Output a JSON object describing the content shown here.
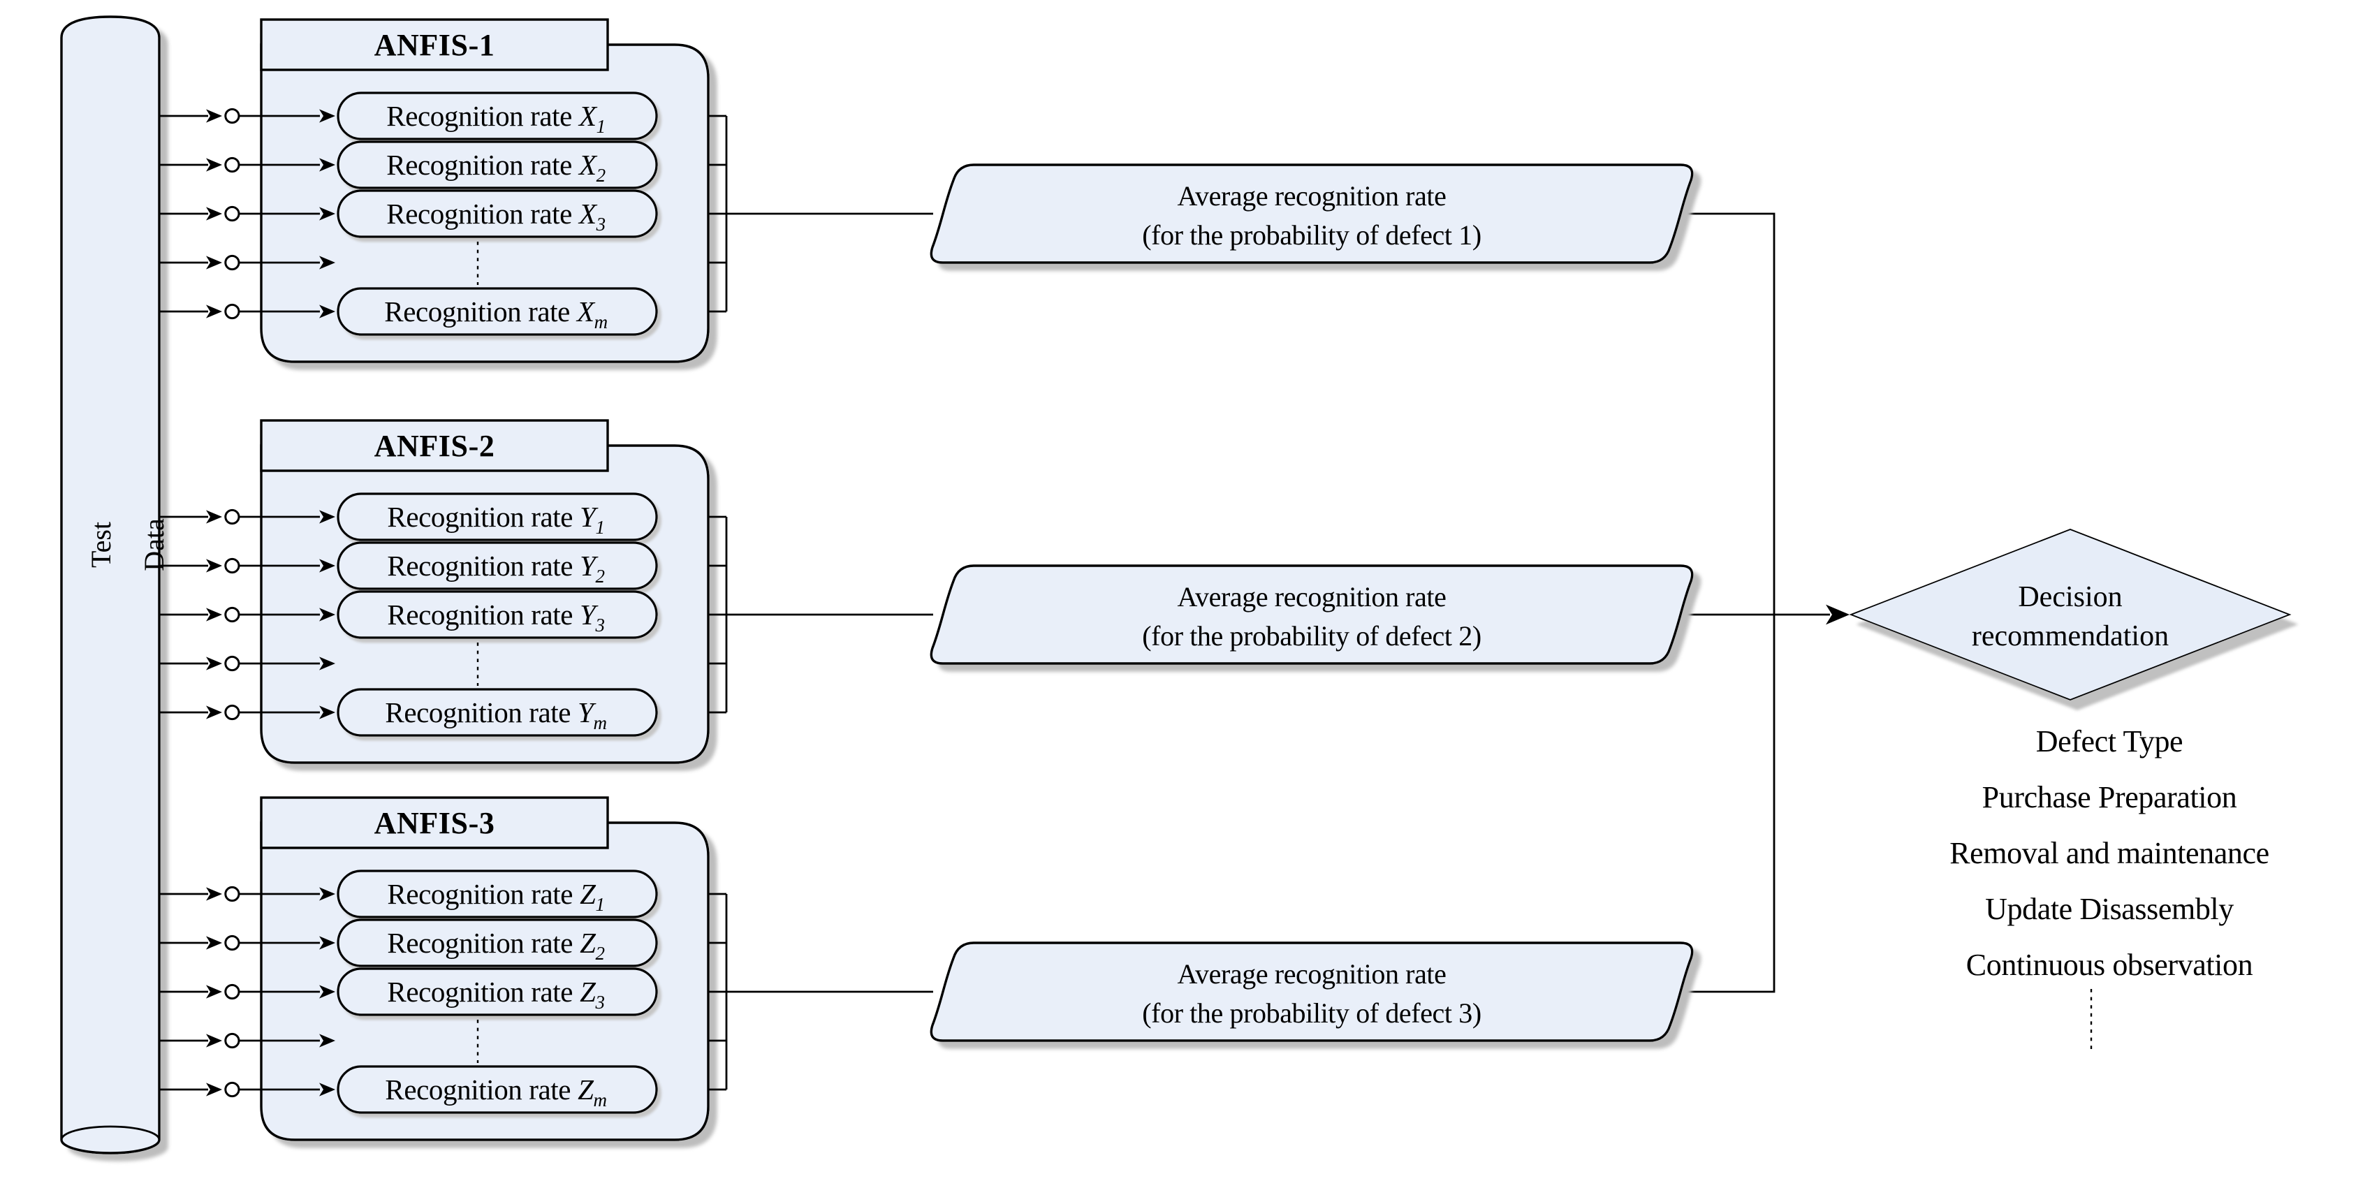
{
  "figure": {
    "background": "#ffffff",
    "colors": {
      "shape_fill": "#e9eff9",
      "diamond_fill": "#e6edf8",
      "stroke": "#000000",
      "shadow": "#bdbdbd",
      "node_fill": "#ffffff"
    },
    "cylinder": {
      "line1": "Test",
      "line2": "Data"
    },
    "groups": [
      {
        "header": "ANFIS-1",
        "rows": [
          {
            "prefix": "Recognition rate",
            "var": "X",
            "sub": "1"
          },
          {
            "prefix": "Recognition rate",
            "var": "X",
            "sub": "2"
          },
          {
            "prefix": "Recognition rate",
            "var": "X",
            "sub": "3"
          },
          {
            "prefix": "Recognition rate",
            "var": "X",
            "sub": "m"
          }
        ]
      },
      {
        "header": "ANFIS-2",
        "rows": [
          {
            "prefix": "Recognition rate",
            "var": "Y",
            "sub": "1"
          },
          {
            "prefix": "Recognition rate",
            "var": "Y",
            "sub": "2"
          },
          {
            "prefix": "Recognition rate",
            "var": "Y",
            "sub": "3"
          },
          {
            "prefix": "Recognition rate",
            "var": "Y",
            "sub": "m"
          }
        ]
      },
      {
        "header": "ANFIS-3",
        "rows": [
          {
            "prefix": "Recognition rate",
            "var": "Z",
            "sub": "1"
          },
          {
            "prefix": "Recognition rate",
            "var": "Z",
            "sub": "2"
          },
          {
            "prefix": "Recognition rate",
            "var": "Z",
            "sub": "3"
          },
          {
            "prefix": "Recognition rate",
            "var": "Z",
            "sub": "m"
          }
        ]
      }
    ],
    "averages": [
      {
        "line1": "Average recognition rate",
        "line2": "(for the probability of defect 1)"
      },
      {
        "line1": "Average recognition rate",
        "line2": "(for the probability of defect 2)"
      },
      {
        "line1": "Average recognition rate",
        "line2": "(for the probability of defect 3)"
      }
    ],
    "decision": {
      "line1": "Decision",
      "line2": "recommendation"
    },
    "outcomes": [
      "Defect Type",
      "Purchase Preparation",
      "Removal and maintenance",
      "Update Disassembly",
      "Continuous observation"
    ]
  }
}
